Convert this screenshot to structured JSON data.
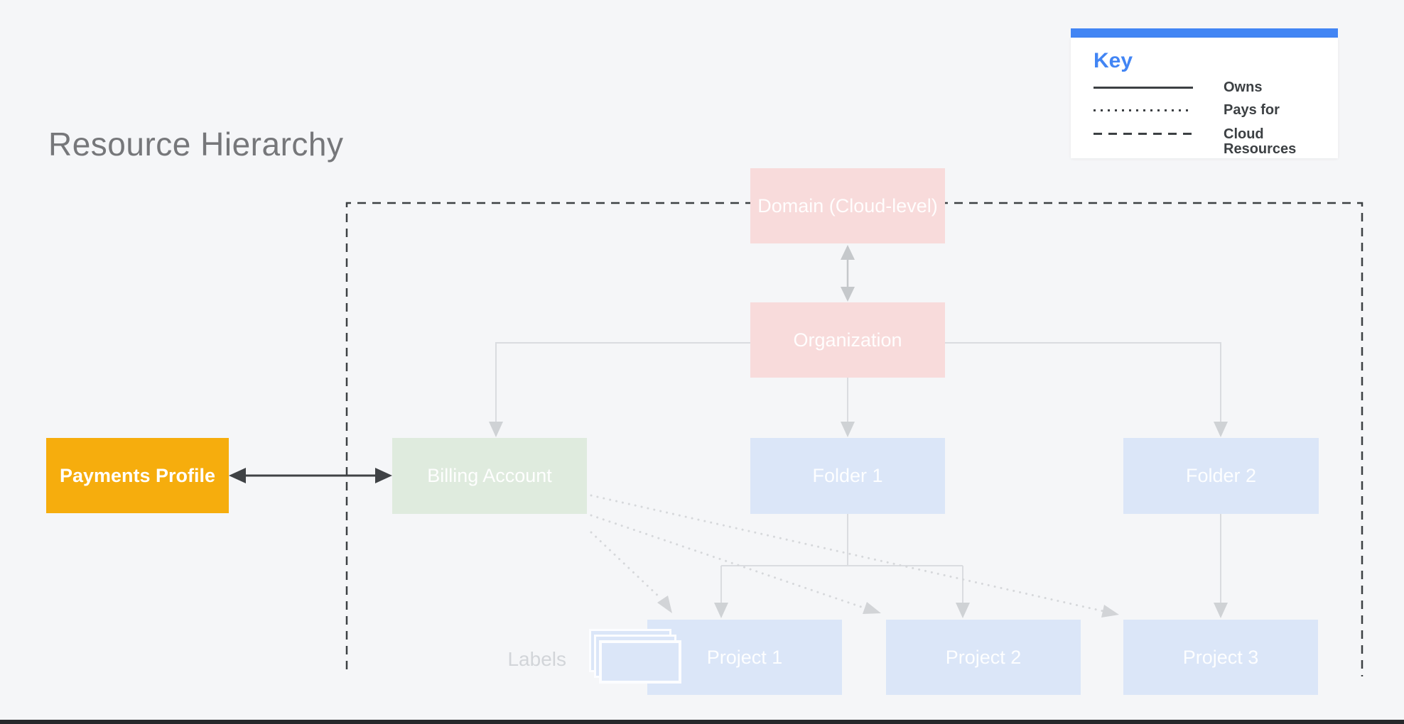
{
  "page": {
    "title": "Resource Hierarchy",
    "background_color": "#f5f6f8"
  },
  "legend": {
    "title": "Key",
    "accent_color": "#4285f4",
    "items": [
      {
        "line_style": "solid",
        "label": "Owns"
      },
      {
        "line_style": "dotted",
        "label": "Pays for"
      },
      {
        "line_style": "dashed",
        "label": "Cloud Resources"
      }
    ]
  },
  "nodes": {
    "domain": {
      "label": "Domain (Cloud-level)",
      "color": "#f8dbdb"
    },
    "organization": {
      "label": "Organization",
      "color": "#f8dbdb"
    },
    "payments_profile": {
      "label": "Payments Profile",
      "color": "#f6ad0d"
    },
    "billing_account": {
      "label": "Billing Account",
      "color": "#dfebde"
    },
    "folder_1": {
      "label": "Folder 1",
      "color": "#dbe6f8"
    },
    "folder_2": {
      "label": "Folder 2",
      "color": "#dbe6f8"
    },
    "project_1": {
      "label": "Project 1",
      "color": "#dbe6f8"
    },
    "project_2": {
      "label": "Project 2",
      "color": "#dbe6f8"
    },
    "project_3": {
      "label": "Project 3",
      "color": "#dbe6f8"
    }
  },
  "annotations": {
    "labels_caption": "Labels"
  },
  "colors": {
    "boundary_dark": "#3c4043",
    "connector_gray": "#dadce0",
    "double_arrow_gray": "#c5c8cb",
    "dotted_gray": "#d6d8db",
    "title_gray": "#76777a"
  }
}
